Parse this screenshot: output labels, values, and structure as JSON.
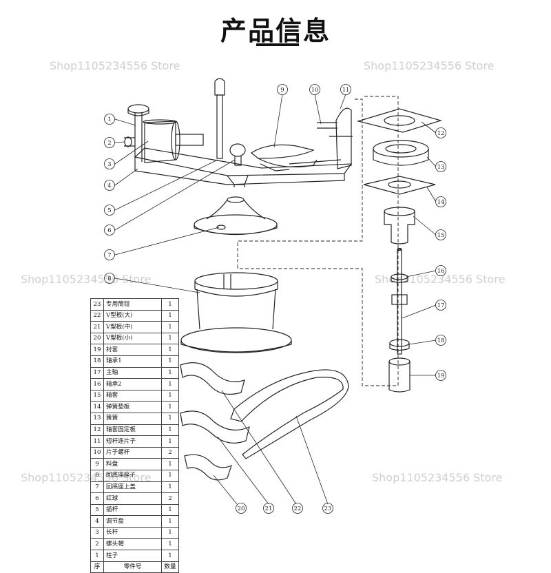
{
  "title": "产品信息",
  "watermark": "Shop1105234556 Store",
  "callouts": [
    "1",
    "2",
    "3",
    "4",
    "5",
    "6",
    "7",
    "8",
    "9",
    "10",
    "11",
    "12",
    "13",
    "14",
    "15",
    "16",
    "17",
    "18",
    "19",
    "20",
    "21",
    "22",
    "23"
  ],
  "table": {
    "header": {
      "n": "序",
      "name": "零件号",
      "qty": "数量"
    },
    "rows": [
      {
        "n": "23",
        "name": "专用筒钳",
        "qty": "1"
      },
      {
        "n": "22",
        "name": "V型板(大)",
        "qty": "1"
      },
      {
        "n": "21",
        "name": "V型板(中)",
        "qty": "1"
      },
      {
        "n": "20",
        "name": "V型板(小)",
        "qty": "1"
      },
      {
        "n": "19",
        "name": "衬套",
        "qty": "1"
      },
      {
        "n": "18",
        "name": "轴承1",
        "qty": "1"
      },
      {
        "n": "17",
        "name": "主轴",
        "qty": "1"
      },
      {
        "n": "16",
        "name": "轴承2",
        "qty": "1"
      },
      {
        "n": "15",
        "name": "轴套",
        "qty": "1"
      },
      {
        "n": "14",
        "name": "弹簧垫板",
        "qty": "1"
      },
      {
        "n": "13",
        "name": "簧簧",
        "qty": "1"
      },
      {
        "n": "12",
        "name": "轴套固定板",
        "qty": "1"
      },
      {
        "n": "11",
        "name": "短杆连片子",
        "qty": "1"
      },
      {
        "n": "10",
        "name": "片子螺杆",
        "qty": "2"
      },
      {
        "n": "9",
        "name": "料盘",
        "qty": "1"
      },
      {
        "n": "8",
        "name": "回底座座子",
        "qty": "1"
      },
      {
        "n": "7",
        "name": "回底座上盖",
        "qty": "1"
      },
      {
        "n": "6",
        "name": "红球",
        "qty": "2"
      },
      {
        "n": "5",
        "name": "插杆",
        "qty": "1"
      },
      {
        "n": "4",
        "name": "调节盘",
        "qty": "1"
      },
      {
        "n": "3",
        "name": "长杆",
        "qty": "1"
      },
      {
        "n": "2",
        "name": "螺头帽",
        "qty": "1"
      },
      {
        "n": "1",
        "name": "柱子",
        "qty": "1"
      }
    ]
  }
}
